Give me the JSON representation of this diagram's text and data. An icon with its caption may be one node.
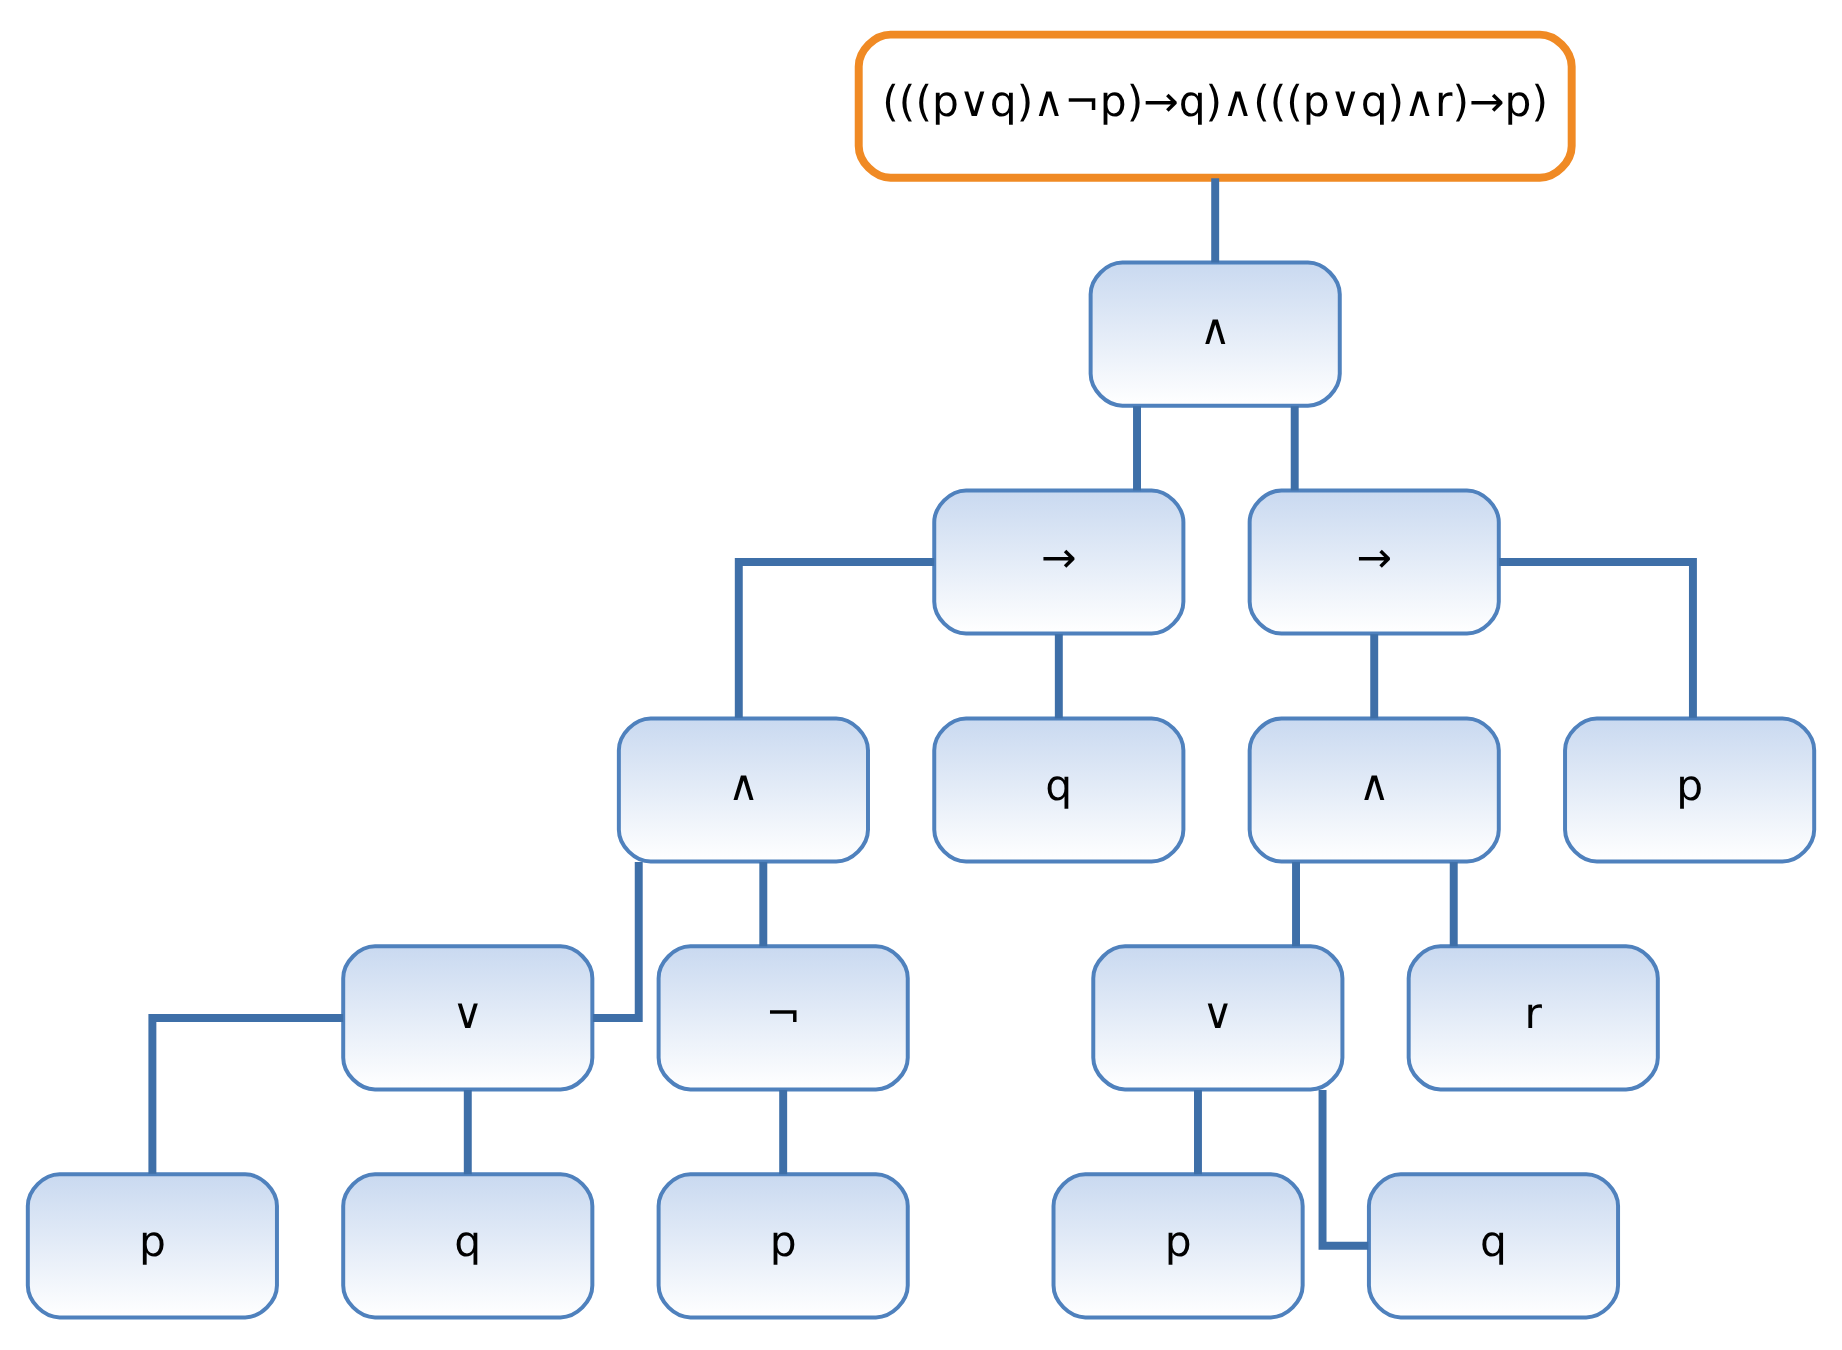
{
  "diagram": {
    "nodes": [
      {
        "text": [
          "(((p∨q)∧¬p)→q)∧(((p∨q)∧r)→p)"
        ]
      },
      {
        "text": [
          "∧"
        ]
      },
      {
        "text": [
          "→"
        ]
      },
      {
        "text": [
          "→"
        ]
      },
      {
        "text": [
          "∧"
        ]
      },
      {
        "text": [
          "q"
        ]
      },
      {
        "text": [
          "∧"
        ]
      },
      {
        "text": [
          "p"
        ]
      },
      {
        "text": [
          "∨"
        ]
      },
      {
        "text": [
          "¬"
        ]
      },
      {
        "text": [
          "∨"
        ]
      },
      {
        "text": [
          "r"
        ]
      },
      {
        "text": [
          "p"
        ]
      },
      {
        "text": [
          "q"
        ]
      },
      {
        "text": [
          "p"
        ]
      },
      {
        "text": [
          "p"
        ]
      },
      {
        "text": [
          "q"
        ]
      }
    ],
    "edges": [
      {
        "from": 0,
        "to": 1,
        "arrow": "none"
      },
      {
        "from": 1,
        "to": 2,
        "arrow": "none"
      },
      {
        "from": 1,
        "to": 3,
        "arrow": "none"
      },
      {
        "from": 2,
        "to": 4,
        "arrow": "none"
      },
      {
        "from": 2,
        "to": 5,
        "arrow": "none"
      },
      {
        "from": 3,
        "to": 6,
        "arrow": "none"
      },
      {
        "from": 3,
        "to": 7,
        "arrow": "none"
      },
      {
        "from": 4,
        "to": 8,
        "arrow": "none"
      },
      {
        "from": 4,
        "to": 9,
        "arrow": "none"
      },
      {
        "from": 6,
        "to": 10,
        "arrow": "none"
      },
      {
        "from": 6,
        "to": 11,
        "arrow": "none"
      },
      {
        "from": 8,
        "to": 12,
        "arrow": "none"
      },
      {
        "from": 8,
        "to": 13,
        "arrow": "none"
      },
      {
        "from": 9,
        "to": 14,
        "arrow": "none"
      },
      {
        "from": 10,
        "to": 15,
        "arrow": "none"
      },
      {
        "from": 10,
        "to": 16,
        "arrow": "none"
      }
    ]
  }
}
